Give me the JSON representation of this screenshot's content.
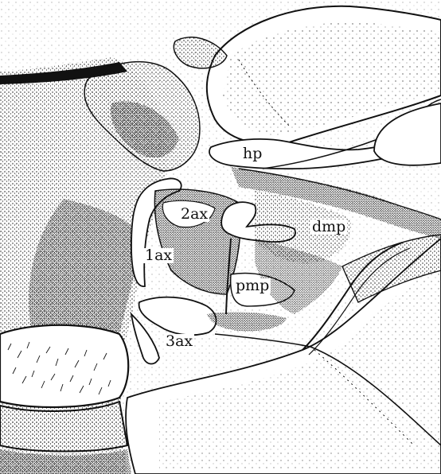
{
  "figure": {
    "ink_color": "#111111",
    "paper_color": "#ffffff",
    "labels": {
      "hp": "hp",
      "ax2": "2ax",
      "dmp": "dmp",
      "ax1": "1ax",
      "pmp": "pmp",
      "ax3": "3ax"
    }
  }
}
